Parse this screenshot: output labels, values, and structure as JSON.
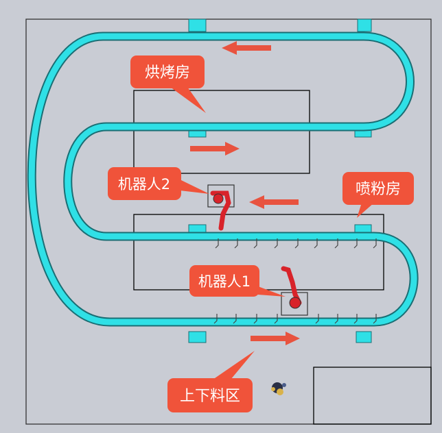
{
  "callouts": {
    "baking_room": "烘烤房",
    "spray_room": "喷粉房",
    "robot_2": "机器人2",
    "robot_1": "机器人1",
    "loading_area": "上下料区"
  },
  "colors": {
    "background": "#c9ccd4",
    "floor": "#c9ccd4",
    "conveyor_track": "#2fe0e6",
    "conveyor_outline": "#1a6e74",
    "support_post": "#2fe0e6",
    "callout_fill": "#f0533a",
    "callout_text": "#ffffff",
    "direction_arrow": "#e8533f",
    "robot_arm": "#d8232a",
    "room_outline": "#000000"
  },
  "icons": {
    "direction_arrow": "right-or-left-arrow",
    "robot": "industrial-robot-arm",
    "hanger": "hanging-hook"
  }
}
